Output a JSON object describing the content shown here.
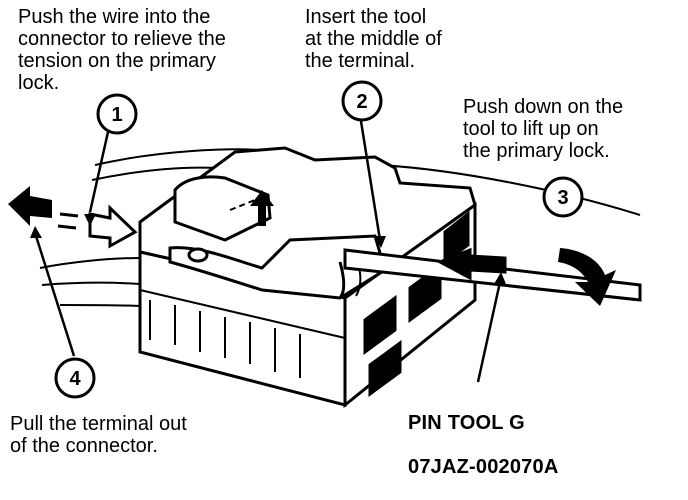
{
  "steps": [
    {
      "number": "1",
      "text": "Push the wire into the\nconnector to relieve the\ntension on the primary\nlock."
    },
    {
      "number": "2",
      "text": "Insert the tool\nat the middle of\nthe terminal."
    },
    {
      "number": "3",
      "text": "Push down on the\ntool to lift up on\nthe primary lock."
    },
    {
      "number": "4",
      "text": "Pull the terminal out\nof the connector."
    }
  ],
  "tool_label": {
    "line1": "PIN TOOL G",
    "line2": "07JAZ-002070A"
  }
}
